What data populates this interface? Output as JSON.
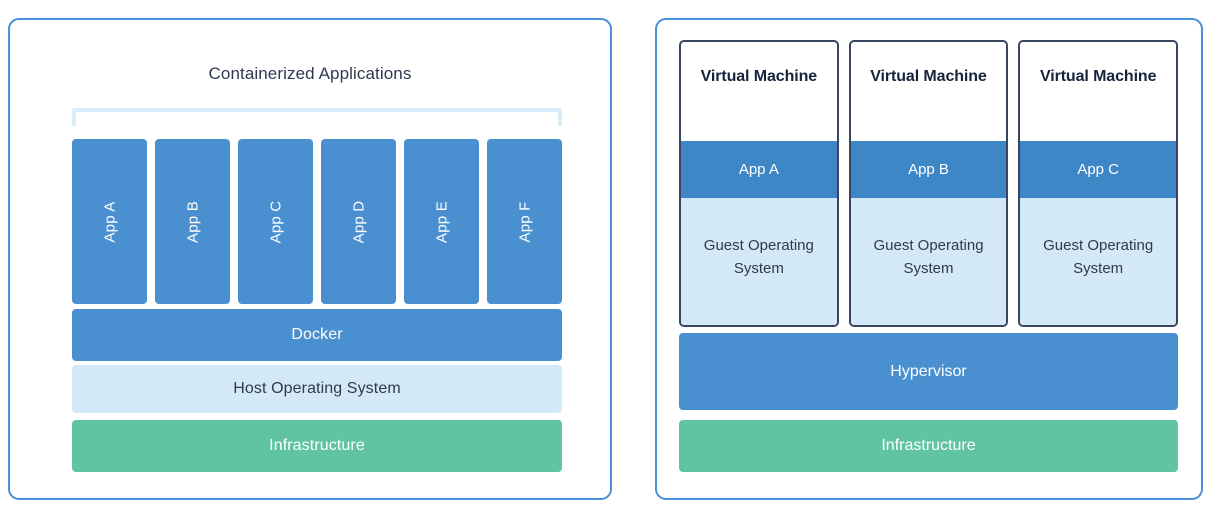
{
  "colors": {
    "panel_border": "#4a90d9",
    "blue": "#4a90d0",
    "blue_dark": "#3d87c6",
    "light_blue": "#d4e9f7",
    "bracket_blue": "#d9ecfa",
    "green": "#5fc3a4",
    "navy_text": "#2e3a4f",
    "vm_border": "#3a4660",
    "background": "#ffffff"
  },
  "left_panel": {
    "title": "Containerized Applications",
    "apps": [
      {
        "label": "App A"
      },
      {
        "label": "App B"
      },
      {
        "label": "App C"
      },
      {
        "label": "App D"
      },
      {
        "label": "App E"
      },
      {
        "label": "App F"
      }
    ],
    "layers": [
      {
        "label": "Docker"
      },
      {
        "label": "Host Operating System"
      },
      {
        "label": "Infrastructure"
      }
    ]
  },
  "right_panel": {
    "vms": [
      {
        "title": "Virtual Machine",
        "app": "App A",
        "guest_os": "Guest Operating System"
      },
      {
        "title": "Virtual Machine",
        "app": "App B",
        "guest_os": "Guest Operating System"
      },
      {
        "title": "Virtual Machine",
        "app": "App C",
        "guest_os": "Guest Operating System"
      }
    ],
    "layers": [
      {
        "label": "Hypervisor"
      },
      {
        "label": "Infrastructure"
      }
    ]
  }
}
